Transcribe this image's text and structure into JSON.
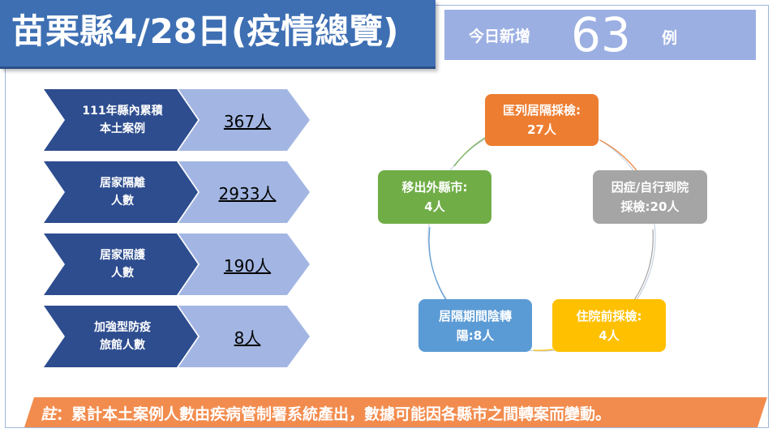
{
  "header": {
    "title": "苗栗縣4/28日(疫情總覽)",
    "new_label": "今日新增",
    "new_count": "63",
    "new_unit": "例"
  },
  "stats": [
    {
      "label": "111年縣內累積\n本土案例",
      "value": "367人"
    },
    {
      "label": "居家隔離\n人數",
      "value": "2933人"
    },
    {
      "label": "居家照護\n人數",
      "value": "190人"
    },
    {
      "label": "加強型防疫\n旅館人數",
      "value": "8人"
    }
  ],
  "cycle": [
    {
      "text": "匡列居隔採檢:\n27人",
      "color": "#ed7d31"
    },
    {
      "text": "因症/自行到院\n採檢:20人",
      "color": "#a5a5a5"
    },
    {
      "text": "住院前採檢:\n4人",
      "color": "#ffc000"
    },
    {
      "text": "居隔期間陰轉\n陽:8人",
      "color": "#5b9bd5"
    },
    {
      "text": "移出外縣市:\n4人",
      "color": "#70ad47"
    }
  ],
  "footer": {
    "note_label": "註",
    "note_text": "：累計本土案例人數由疾病管制署系統產出，數據可能因各縣市之間轉案而變動。"
  }
}
